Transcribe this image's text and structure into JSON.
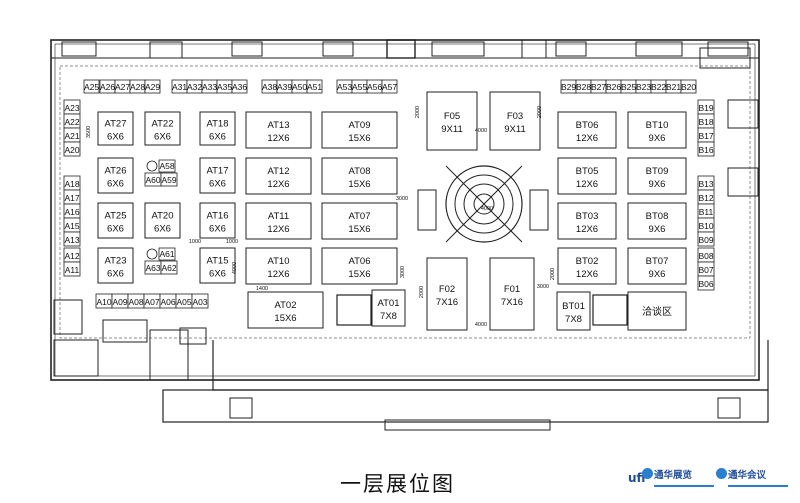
{
  "title": "一层展位图",
  "logo": {
    "ufi": "ufi",
    "brand_expo": "通华展览",
    "brand_meeting": "通华会议",
    "accent": "#1f4d9a"
  },
  "top_row_booths": [
    "A25",
    "A26",
    "A27",
    "A28",
    "A29",
    "A31",
    "A32",
    "A33",
    "A35",
    "A36",
    "A38",
    "A39",
    "A50",
    "A51",
    "A53",
    "A55",
    "A56",
    "A57",
    "B29",
    "B28",
    "B27",
    "B26",
    "B25",
    "B23",
    "B22",
    "B21",
    "B20"
  ],
  "left_col_booths": [
    "A23",
    "A22",
    "A21",
    "A20",
    "A18",
    "A17",
    "A16",
    "A15",
    "A13",
    "A12",
    "A11"
  ],
  "right_col_booths": [
    "B19",
    "B18",
    "B17",
    "B16",
    "B13",
    "B12",
    "B11",
    "B10",
    "B09",
    "B08",
    "B07",
    "B06"
  ],
  "bottom_row_booths": [
    "A10",
    "A09",
    "A08",
    "A07",
    "A06",
    "A05",
    "A03"
  ],
  "small_booths": [
    "A58",
    "A60",
    "A59",
    "A61",
    "A63",
    "A62"
  ],
  "booths": [
    {
      "id": "AT27",
      "size": "6X6"
    },
    {
      "id": "AT22",
      "size": "6X6"
    },
    {
      "id": "AT18",
      "size": "6X6"
    },
    {
      "id": "AT13",
      "size": "12X6"
    },
    {
      "id": "AT09",
      "size": "15X6"
    },
    {
      "id": "AT26",
      "size": "6X6"
    },
    {
      "id": "AT17",
      "size": "6X6"
    },
    {
      "id": "AT12",
      "size": "12X6"
    },
    {
      "id": "AT08",
      "size": "15X6"
    },
    {
      "id": "AT25",
      "size": "6X6"
    },
    {
      "id": "AT20",
      "size": "6X6"
    },
    {
      "id": "AT16",
      "size": "6X6"
    },
    {
      "id": "AT11",
      "size": "12X6"
    },
    {
      "id": "AT07",
      "size": "15X6"
    },
    {
      "id": "AT23",
      "size": "6X6"
    },
    {
      "id": "AT15",
      "size": "6X6"
    },
    {
      "id": "AT10",
      "size": "12X6"
    },
    {
      "id": "AT06",
      "size": "15X6"
    },
    {
      "id": "AT02",
      "size": "15X6"
    },
    {
      "id": "AT01",
      "size": "7X8"
    },
    {
      "id": "F05",
      "size": "9X11"
    },
    {
      "id": "F03",
      "size": "9X11"
    },
    {
      "id": "F02",
      "size": "7X16"
    },
    {
      "id": "F01",
      "size": "7X16"
    },
    {
      "id": "BT06",
      "size": "12X6"
    },
    {
      "id": "BT10",
      "size": "9X6"
    },
    {
      "id": "BT05",
      "size": "12X6"
    },
    {
      "id": "BT09",
      "size": "9X6"
    },
    {
      "id": "BT03",
      "size": "12X6"
    },
    {
      "id": "BT08",
      "size": "9X6"
    },
    {
      "id": "BT02",
      "size": "12X6"
    },
    {
      "id": "BT07",
      "size": "9X6"
    },
    {
      "id": "BT01",
      "size": "7X8"
    }
  ],
  "negotiation_area": "洽谈区",
  "dimensions": [
    "3500",
    "2000",
    "4000",
    "2000",
    "3000",
    "4000",
    "1000",
    "1000",
    "4000",
    "1400",
    "2000",
    "3000",
    "4000",
    "3000",
    "2000"
  ]
}
